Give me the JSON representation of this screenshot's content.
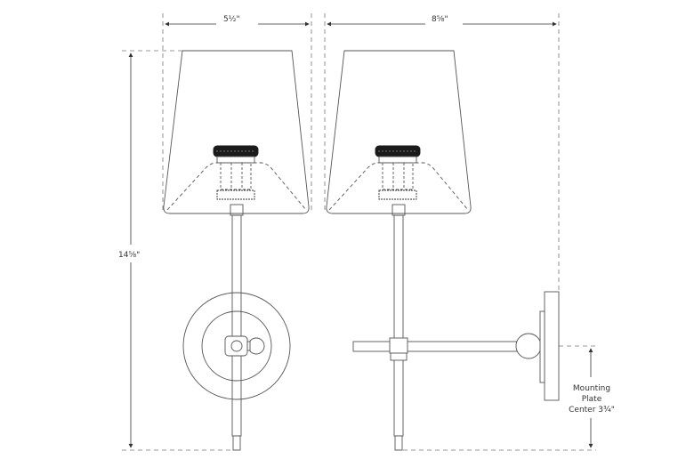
{
  "diagram": {
    "title": "Wall sconce dimension drawing",
    "views": [
      "front-view",
      "side-view"
    ],
    "dimensions": {
      "front_width": "5½\"",
      "side_depth": "8⅝\"",
      "overall_height": "14⅝\"",
      "mounting_plate_line1": "Mounting",
      "mounting_plate_line2": "Plate",
      "mounting_plate_line3": "Center 3¾\""
    },
    "colors": {
      "line": "#555555",
      "socket_fill": "#1a1a1a",
      "background": "#ffffff"
    }
  }
}
